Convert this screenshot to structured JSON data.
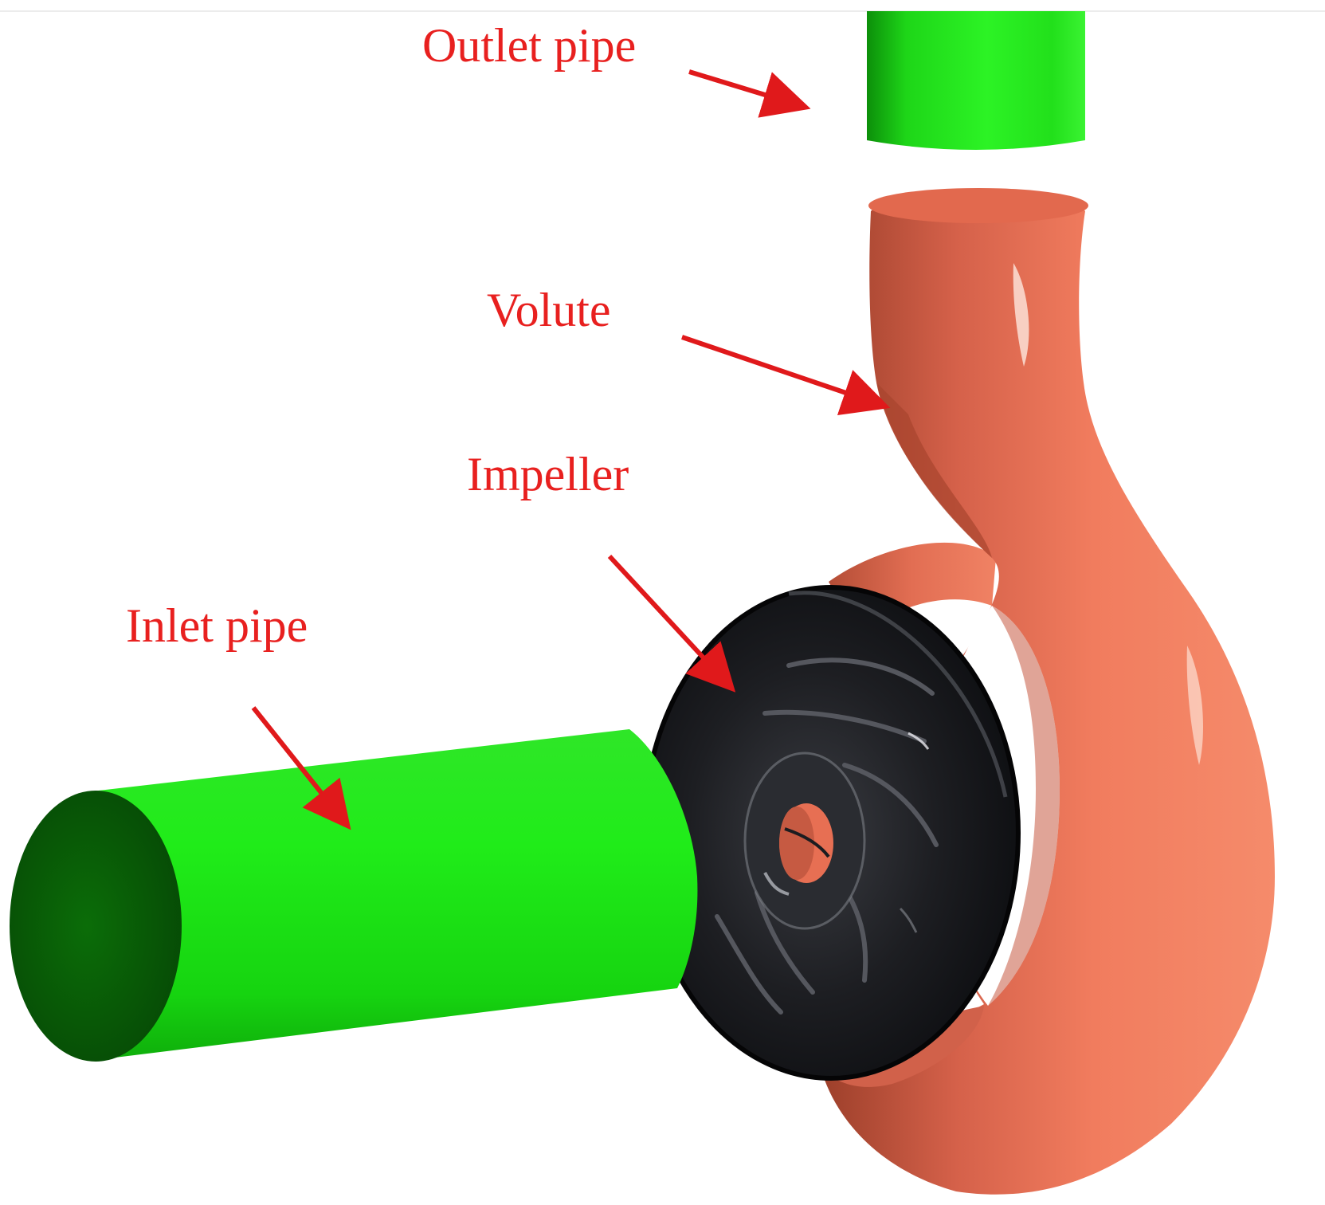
{
  "labels": {
    "outlet_pipe": "Outlet pipe",
    "volute": "Volute",
    "impeller": "Impeller",
    "inlet_pipe": "Inlet pipe"
  },
  "colors": {
    "label_text": "#e8201f",
    "arrow": "#e0191b",
    "pipe_green": "#22e81c",
    "pipe_green_dark": "#0a5c08",
    "volute_salmon": "#f07a5c",
    "volute_shadow": "#a8442e",
    "impeller_black": "#1b1c20"
  }
}
